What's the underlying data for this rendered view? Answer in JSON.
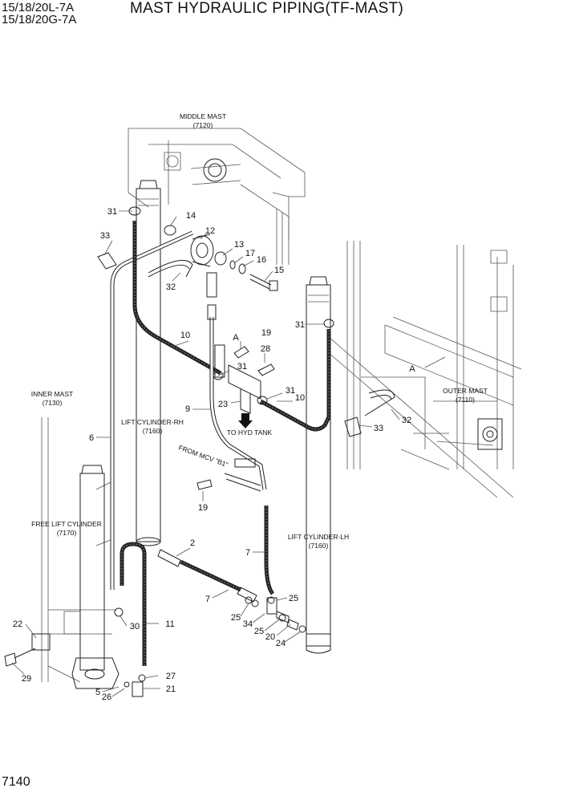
{
  "header": {
    "model_line1": "15/18/20L-7A",
    "model_line2": "15/18/20G-7A",
    "title": "MAST HYDRAULIC PIPING(TF-MAST)"
  },
  "page_number": "7140",
  "diagram_labels": {
    "middle_mast": "MIDDLE MAST",
    "middle_mast_code": "(7120)",
    "inner_mast": "INNER MAST",
    "inner_mast_code": "(7130)",
    "outer_mast": "OUTER MAST",
    "outer_mast_code": "(7110)",
    "lift_cyl_rh": "LIFT CYLINDER-RH",
    "lift_cyl_rh_code": "(7160)",
    "lift_cyl_lh": "LIFT CYLINDER-LH",
    "lift_cyl_lh_code": "(7160)",
    "free_lift": "FREE LIFT CYLINDER",
    "free_lift_code": "(7170)",
    "to_hyd_tank": "TO HYD TANK",
    "from_mcv": "FROM MCV \"B1\"",
    "detail_a1": "A",
    "detail_a2": "A"
  },
  "callouts": {
    "c31a": "31",
    "c14": "14",
    "c12": "12",
    "c33a": "33",
    "c13": "13",
    "c17": "17",
    "c16": "16",
    "c15": "15",
    "c32a": "32",
    "c31b": "31",
    "c10a": "10",
    "c19a": "19",
    "c28": "28",
    "c31c": "31",
    "c31d": "31",
    "c10b": "10",
    "c23": "23",
    "c9": "9",
    "c32b": "32",
    "c33b": "33",
    "c6": "6",
    "c19b": "19",
    "c2": "2",
    "c7a": "7",
    "c7b": "7",
    "c25a": "25",
    "c25b": "25",
    "c34": "34",
    "c25c": "25",
    "c20": "20",
    "c24": "24",
    "c30": "30",
    "c11": "11",
    "c22": "22",
    "c29": "29",
    "c27": "27",
    "c21": "21",
    "c5": "5",
    "c26": "26"
  }
}
